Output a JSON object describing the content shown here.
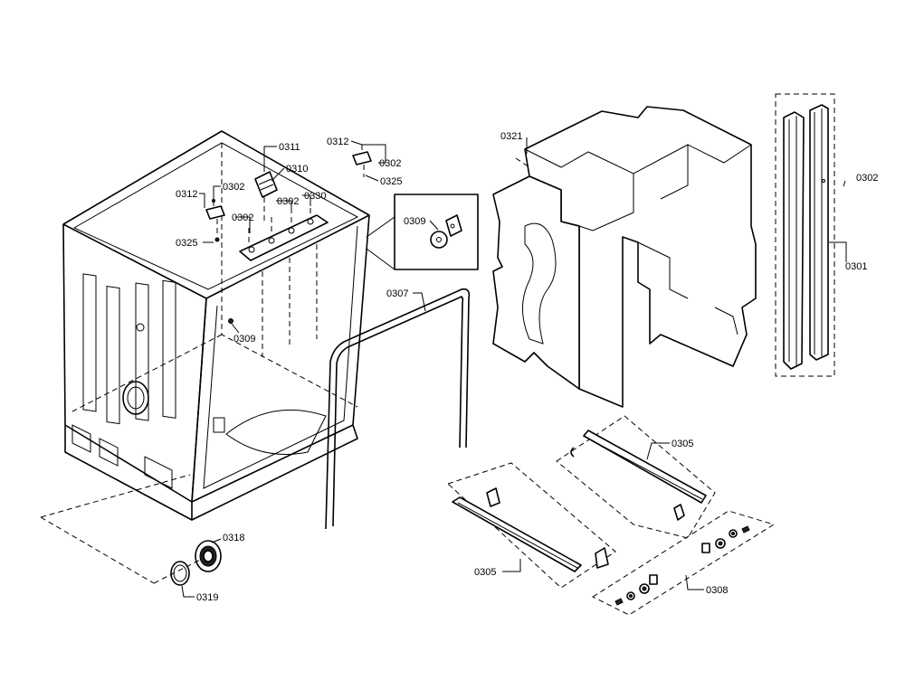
{
  "diagram": {
    "labels": {
      "l0311": "0311",
      "l0310": "0310",
      "l0312a": "0312",
      "l0302a": "0302",
      "l0325a": "0325",
      "l0302b": "0302",
      "l0302c": "0302",
      "l0330": "0330",
      "l0312b": "0312",
      "l0302d": "0302",
      "l0325b": "0325",
      "l0309a": "0309",
      "l0309b": "0309",
      "l0307": "0307",
      "l0321": "0321",
      "l0302e": "0302",
      "l0301": "0301",
      "l0305a": "0305",
      "l0305b": "0305",
      "l0308": "0308",
      "l0318": "0318",
      "l0319": "0319"
    }
  }
}
